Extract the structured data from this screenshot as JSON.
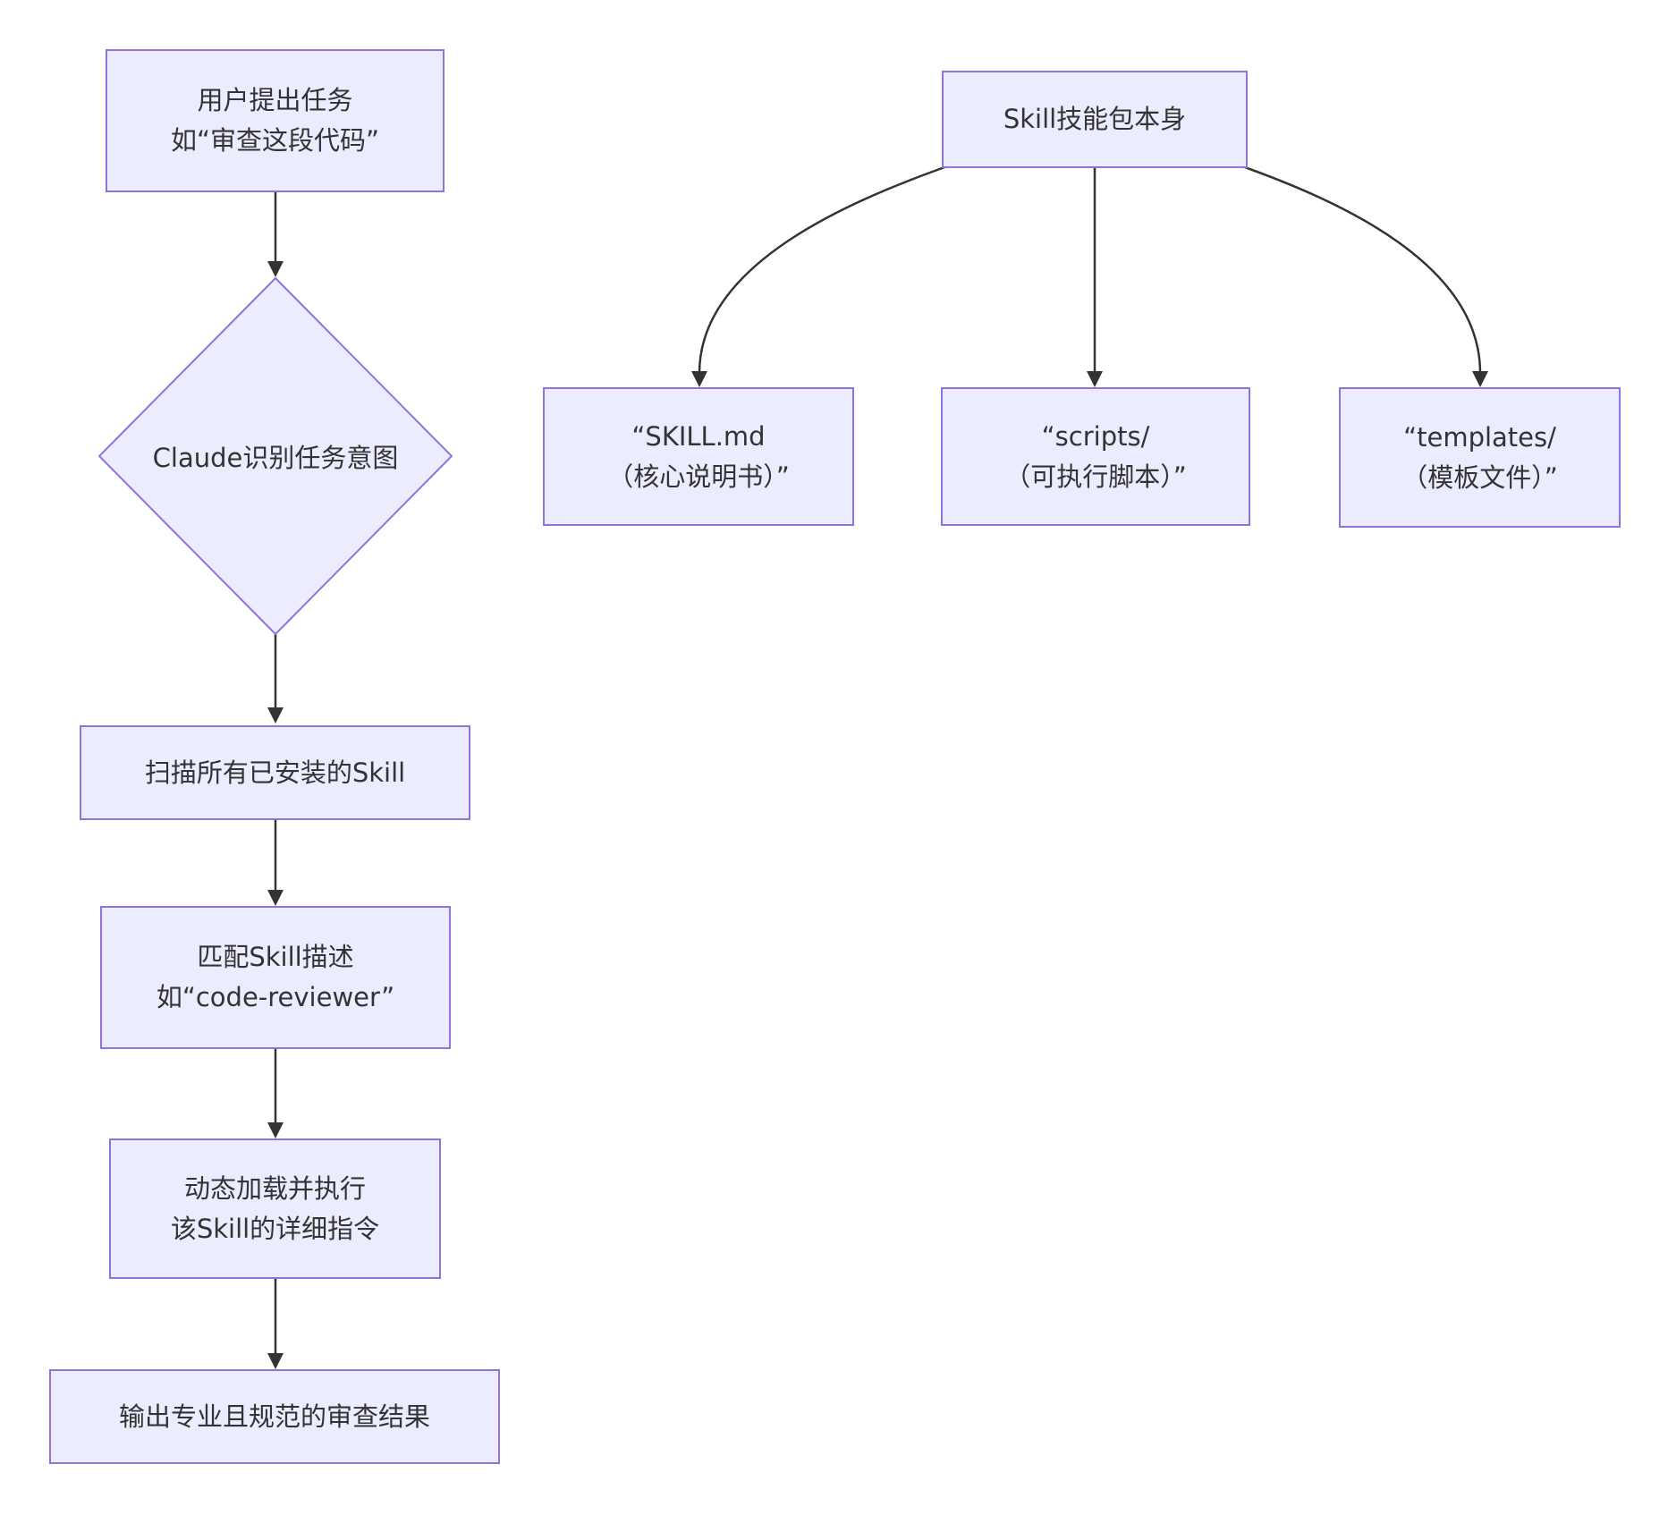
{
  "diagram": {
    "colors": {
      "background": "#ffffff",
      "node_fill": "#ECECFF",
      "node_border": "#9370DB",
      "edge": "#333333",
      "text": "#333333"
    },
    "left_flow": {
      "user_task": {
        "line1": "用户提出任务",
        "line2": "如“审查这段代码”"
      },
      "intent": {
        "label": "Claude识别任务意图"
      },
      "scan": {
        "label": "扫描所有已安装的Skill"
      },
      "match": {
        "line1": "匹配Skill描述",
        "line2": "如“code-reviewer”"
      },
      "load": {
        "line1": "动态加载并执行",
        "line2": "该Skill的详细指令"
      },
      "output": {
        "label": "输出专业且规范的审查结果"
      }
    },
    "skill_tree": {
      "root": {
        "label": "Skill技能包本身"
      },
      "children": [
        {
          "line1": "“SKILL.md",
          "line2": "（核心说明书）”"
        },
        {
          "line1": "“scripts/",
          "line2": "（可执行脚本）”"
        },
        {
          "line1": "“templates/",
          "line2": "（模板文件）”"
        }
      ]
    }
  }
}
